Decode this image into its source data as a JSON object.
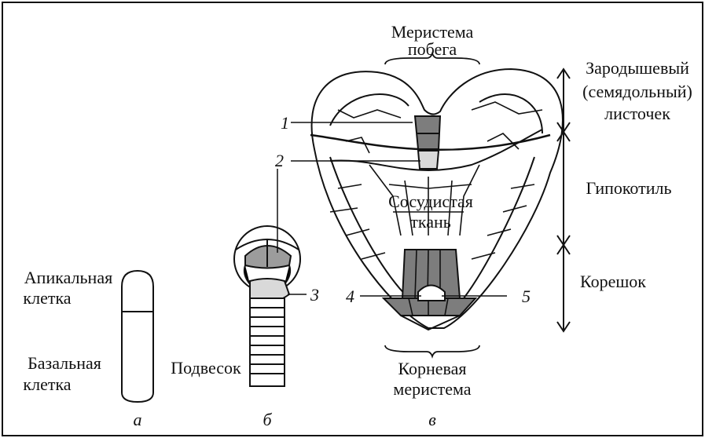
{
  "figure": {
    "labels": {
      "meristem_shoot_l1": "Меристема",
      "meristem_shoot_l2": "побега",
      "cotyledon_l1": "Зародышевый",
      "cotyledon_l2": "(семядольный)",
      "cotyledon_l3": "листочек",
      "hypocotyl": "Гипокотиль",
      "root": "Корешок",
      "vascular_l1": "Сосудистая",
      "vascular_l2": "ткань",
      "apical_l1": "Апикальная",
      "apical_l2": "клетка",
      "basal_l1": "Базальная",
      "basal_l2": "клетка",
      "suspensor": "Подвесок",
      "root_meristem_l1": "Корневая",
      "root_meristem_l2": "меристема"
    },
    "numbers": {
      "n1": "1",
      "n2": "2",
      "n3": "3",
      "n4": "4",
      "n5": "5"
    },
    "captions": {
      "a": "а",
      "b": "б",
      "v": "в"
    },
    "colors": {
      "dark_fill": "#7d7d7d",
      "light_fill": "#d9d9d9",
      "stroke": "#111111"
    }
  }
}
